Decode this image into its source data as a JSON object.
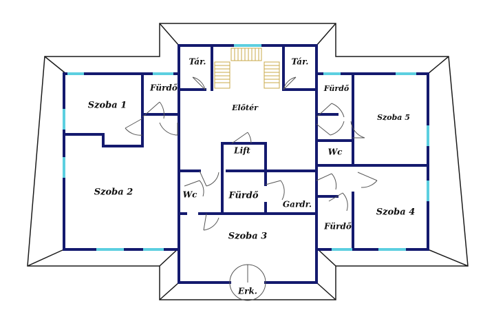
{
  "plan": {
    "colors": {
      "background": "#ffffff",
      "outline": "#1a1a1a",
      "wall": "#141a6e",
      "window": "#5ccfe0",
      "door": "#555555",
      "stair": "#c8a84a"
    },
    "rooms": {
      "szoba1": "Szoba 1",
      "szoba2": "Szoba 2",
      "szoba3": "Szoba 3",
      "szoba4": "Szoba 4",
      "szoba5": "Szoba 5",
      "furdo_left": "Fürdő",
      "furdo_center": "Fürdő",
      "furdo_right_top": "Fürdő",
      "furdo_right_bottom": "Fürdő",
      "tar_left": "Tár.",
      "tar_right": "Tár.",
      "eloter": "Előtér",
      "lift": "Lift",
      "wc_left": "Wc",
      "wc_right": "Wc",
      "gardrob": "Gardr.",
      "erkely": "Erk."
    }
  }
}
